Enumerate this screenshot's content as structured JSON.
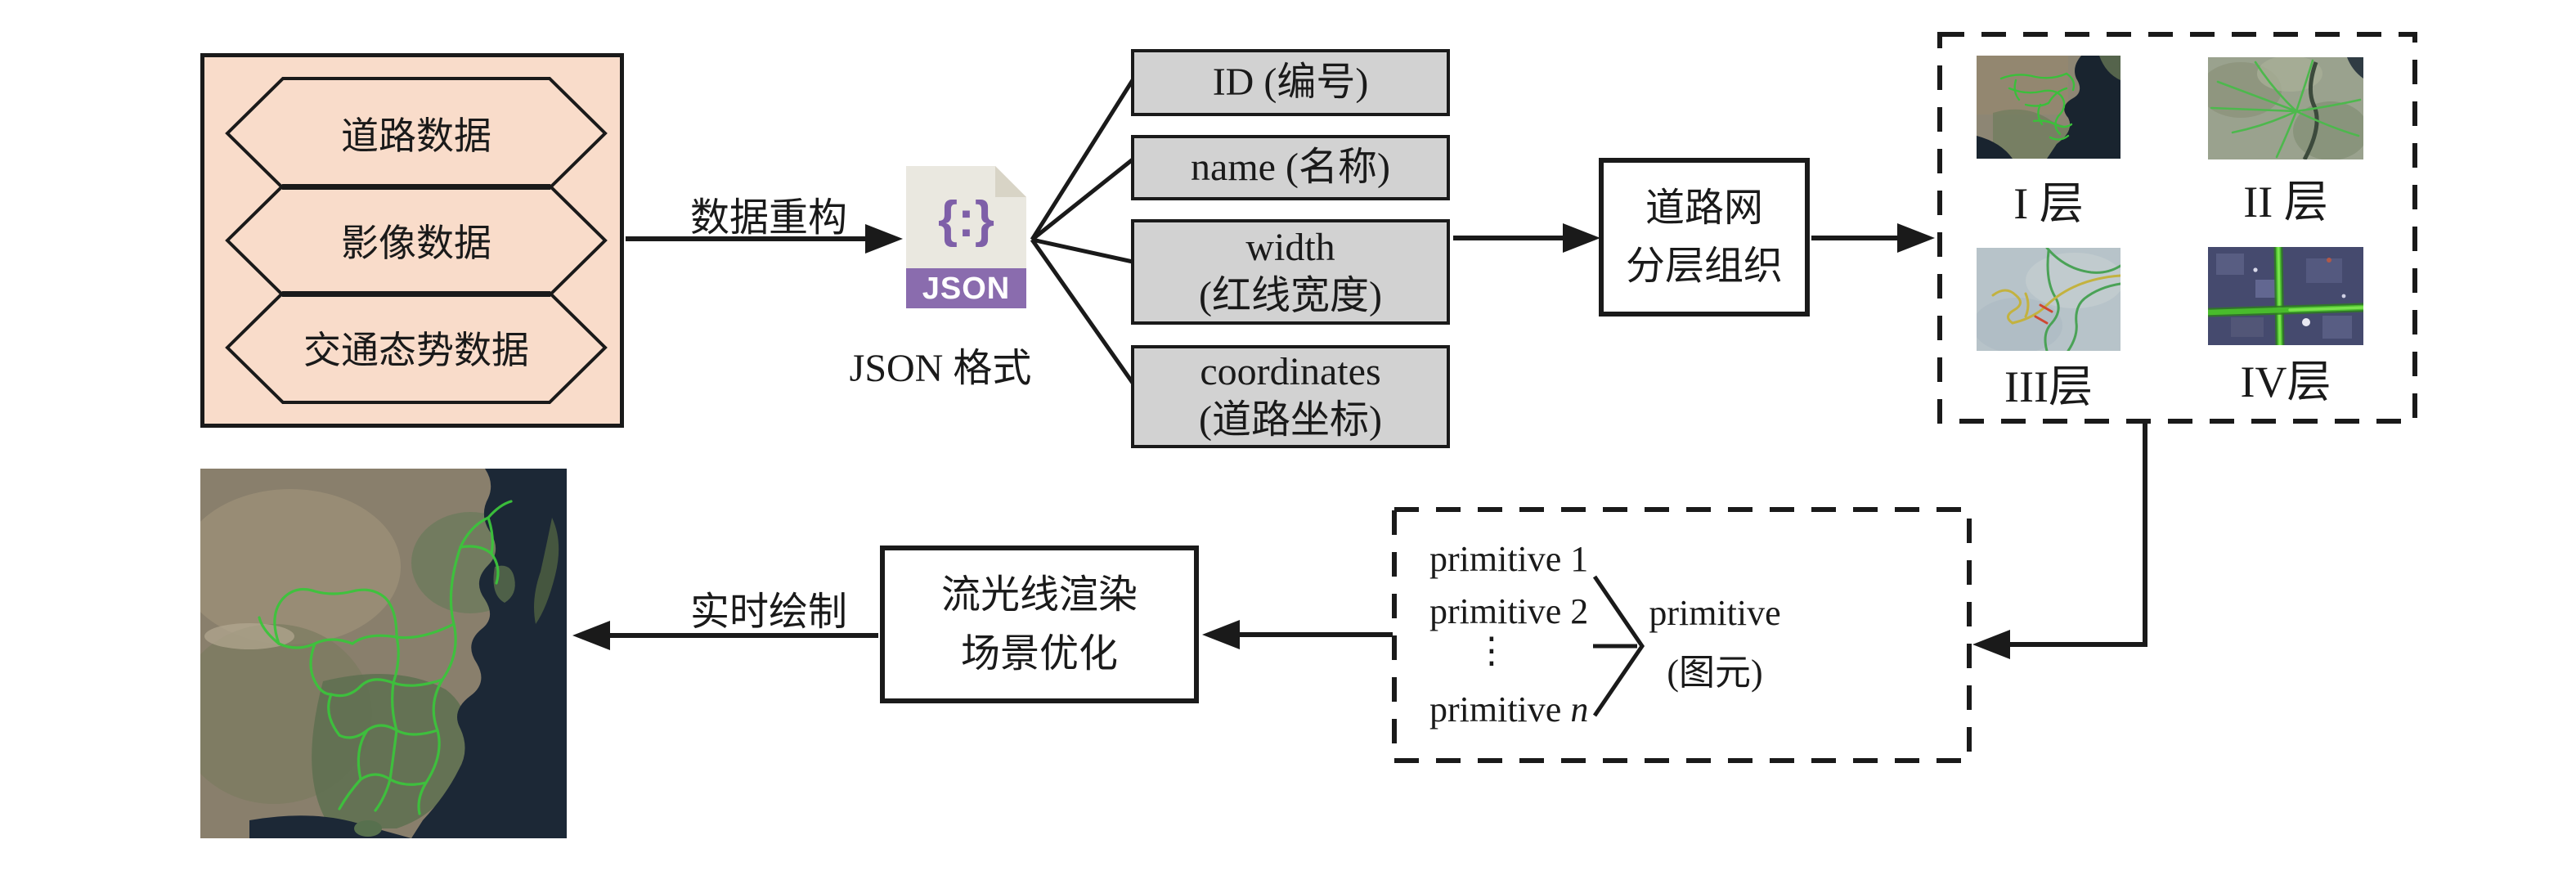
{
  "source_panel": {
    "items": [
      {
        "label": "道路数据"
      },
      {
        "label": "影像数据"
      },
      {
        "label": "交通态势数据"
      }
    ]
  },
  "flow": {
    "reconstruct_label": "数据重构",
    "realtime_label": "实时绘制"
  },
  "json_icon": {
    "glyph": "{:}",
    "badge": "JSON",
    "caption": "JSON 格式"
  },
  "attributes": [
    {
      "line1": "ID (编号)"
    },
    {
      "line1": "name (名称)"
    },
    {
      "line1": "width",
      "line2": "(红线宽度)"
    },
    {
      "line1": "coordinates",
      "line2": "(道路坐标)"
    }
  ],
  "org_box": {
    "line1": "道路网",
    "line2": "分层组织"
  },
  "layer_panel": {
    "layers": [
      {
        "label": "I 层"
      },
      {
        "label": "II 层"
      },
      {
        "label": "III层"
      },
      {
        "label": "IV层"
      }
    ]
  },
  "primitive_panel": {
    "items": [
      {
        "label": "primitive 1"
      },
      {
        "label": "primitive 2"
      }
    ],
    "dots": "⋮",
    "item_n_prefix": "primitive ",
    "item_n_var": "n",
    "result_line1": "primitive",
    "result_line2": "(图元)"
  },
  "render_box": {
    "line1": "流光线渲染",
    "line2": "场景优化"
  },
  "colors": {
    "panel_pink": "#f9dcca",
    "box_gray": "#d2d2d2",
    "json_purple": "#8a6cae",
    "road_green": "#3cc43c",
    "line_black": "#1a1a1a"
  }
}
